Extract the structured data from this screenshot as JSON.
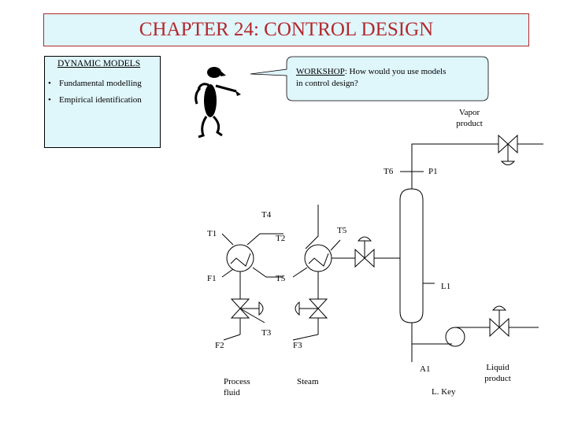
{
  "title": "CHAPTER 24: CONTROL DESIGN",
  "models": {
    "heading": "DYNAMIC MODELS",
    "items": [
      "Fundamental modelling",
      "Empirical identification"
    ],
    "bullet": "•"
  },
  "workshop": {
    "label": "WORKSHOP",
    "line1": ": How would you use models",
    "line2": "in control design?"
  },
  "diagram": {
    "vapor1": "Vapor",
    "vapor2": "product",
    "t6": "T6",
    "p1": "P1",
    "t4": "T4",
    "t1": "T1",
    "t2": "T2",
    "t5a": "T5",
    "f1": "F1",
    "t5b": "T5",
    "l1": "L1",
    "t3": "T3",
    "f2": "F2",
    "f3": "F3",
    "a1": "A1",
    "liquid1": "Liquid",
    "liquid2": "product",
    "process1": "Process",
    "process2": "fluid",
    "steam": "Steam",
    "lkey": "L. Key"
  },
  "colors": {
    "title_fill": "#dff6fb",
    "title_text": "#b3282d",
    "box_border": "#000000"
  }
}
